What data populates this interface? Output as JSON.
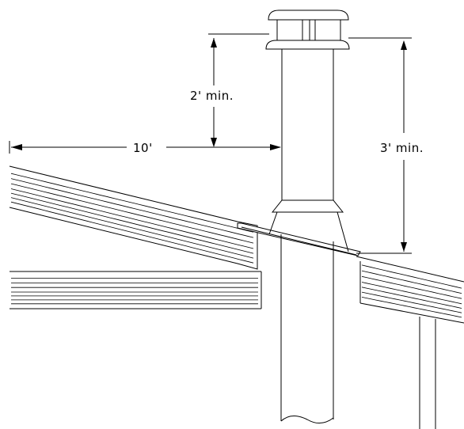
{
  "labels": {
    "dim_horizontal": "10'",
    "dim_above_cap": "2' min.",
    "dim_above_roof": "3' min."
  }
}
